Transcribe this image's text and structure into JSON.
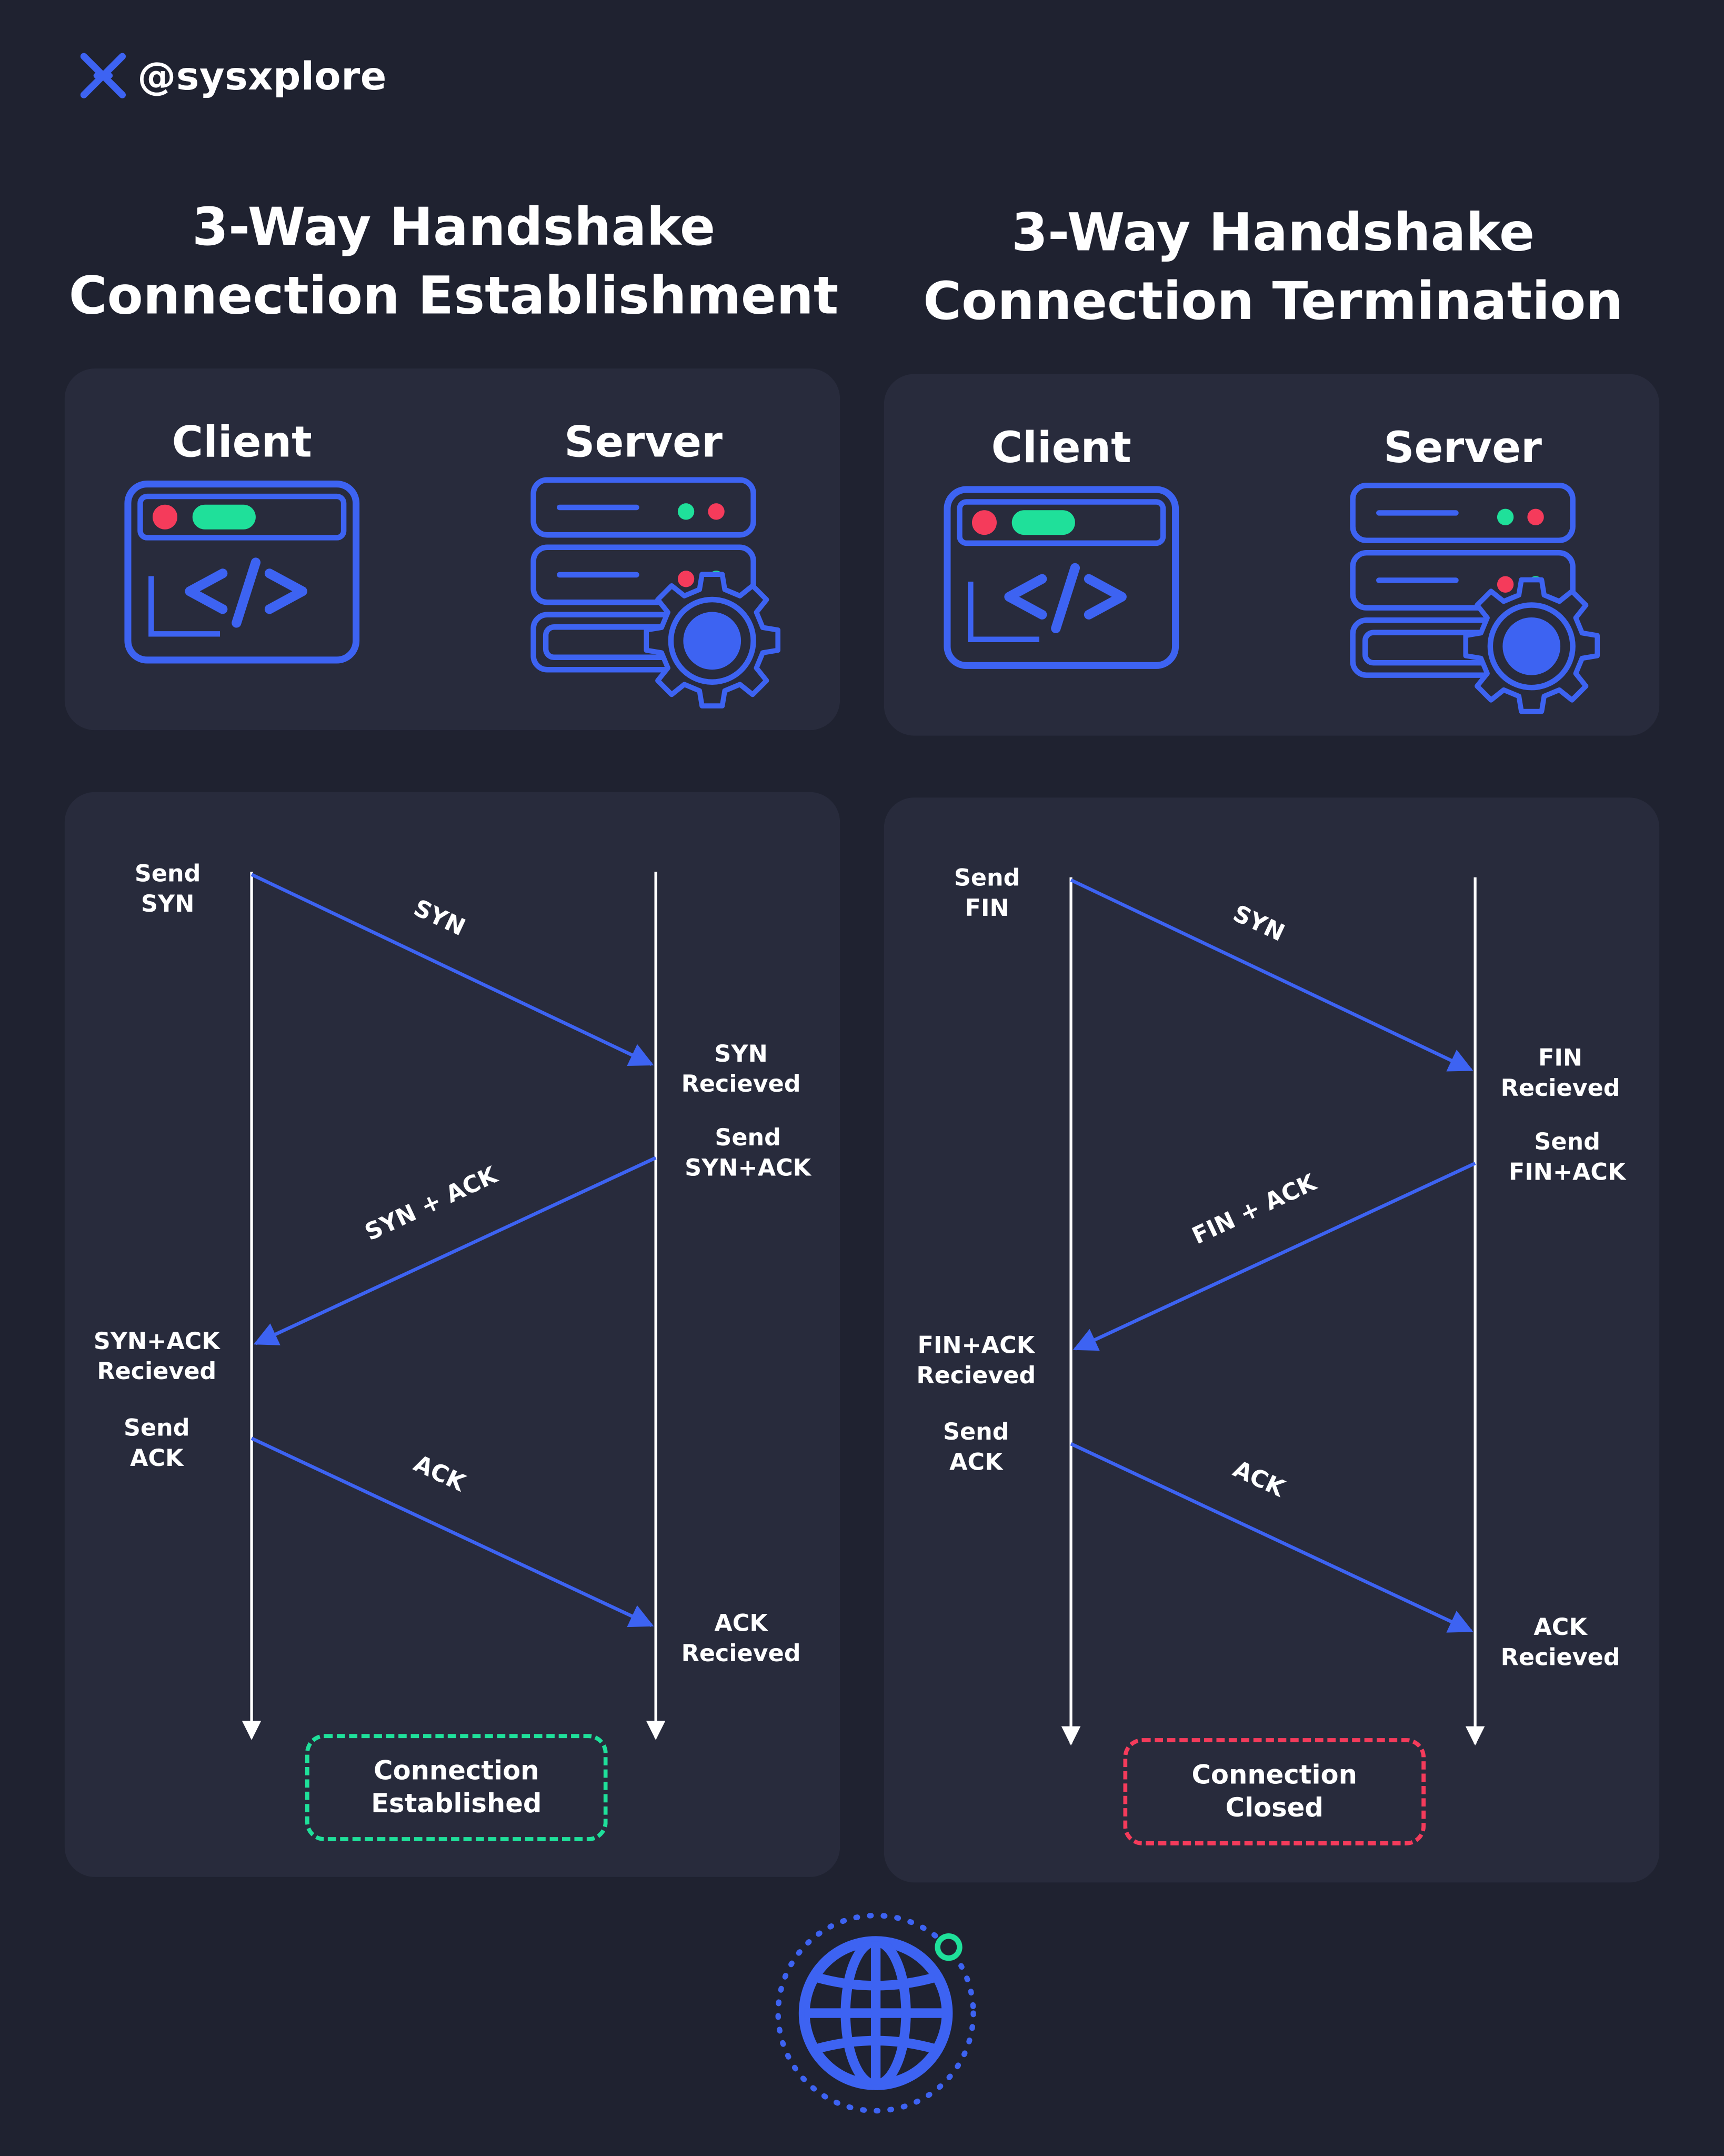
{
  "brand": {
    "handle": "@sysxplore"
  },
  "colors": {
    "background": "#1f2230",
    "panel": "#282b3c",
    "accent_blue": "#3d63f2",
    "green": "#1fe09a",
    "red": "#f53b5b",
    "white": "#ffffff"
  },
  "establishment": {
    "title_line1": "3-Way Handshake",
    "title_line2": "Connection Establishment",
    "client_label": "Client",
    "server_label": "Server",
    "messages": [
      {
        "label": "SYN",
        "direction": "client-to-server"
      },
      {
        "label": "SYN + ACK",
        "direction": "server-to-client"
      },
      {
        "label": "ACK",
        "direction": "client-to-server"
      }
    ],
    "notes": {
      "send_syn_1": "Send",
      "send_syn_2": "SYN",
      "syn_recv_1": "SYN",
      "syn_recv_2": "Recieved",
      "send_synack_1": "Send",
      "send_synack_2": "SYN+ACK",
      "synack_recv_1": "SYN+ACK",
      "synack_recv_2": "Recieved",
      "send_ack_1": "Send",
      "send_ack_2": "ACK",
      "ack_recv_1": "ACK",
      "ack_recv_2": "Recieved"
    },
    "status_line1": "Connection",
    "status_line2": "Established",
    "status_color": "#1fe09a"
  },
  "termination": {
    "title_line1": "3-Way Handshake",
    "title_line2": "Connection Termination",
    "client_label": "Client",
    "server_label": "Server",
    "messages": [
      {
        "label": "SYN",
        "direction": "client-to-server"
      },
      {
        "label": "FIN + ACK",
        "direction": "server-to-client"
      },
      {
        "label": "ACK",
        "direction": "client-to-server"
      }
    ],
    "notes": {
      "send_fin_1": "Send",
      "send_fin_2": "FIN",
      "fin_recv_1": "FIN",
      "fin_recv_2": "Recieved",
      "send_finack_1": "Send",
      "send_finack_2": "FIN+ACK",
      "finack_recv_1": "FIN+ACK",
      "finack_recv_2": "Recieved",
      "send_ack_1": "Send",
      "send_ack_2": "ACK",
      "ack_recv_1": "ACK",
      "ack_recv_2": "Recieved"
    },
    "status_line1": "Connection",
    "status_line2": "Closed",
    "status_color": "#f53b5b"
  },
  "icons": {
    "brand": "x-logo-icon",
    "client": "code-window-icon",
    "server": "server-gear-icon",
    "footer": "globe-icon"
  }
}
